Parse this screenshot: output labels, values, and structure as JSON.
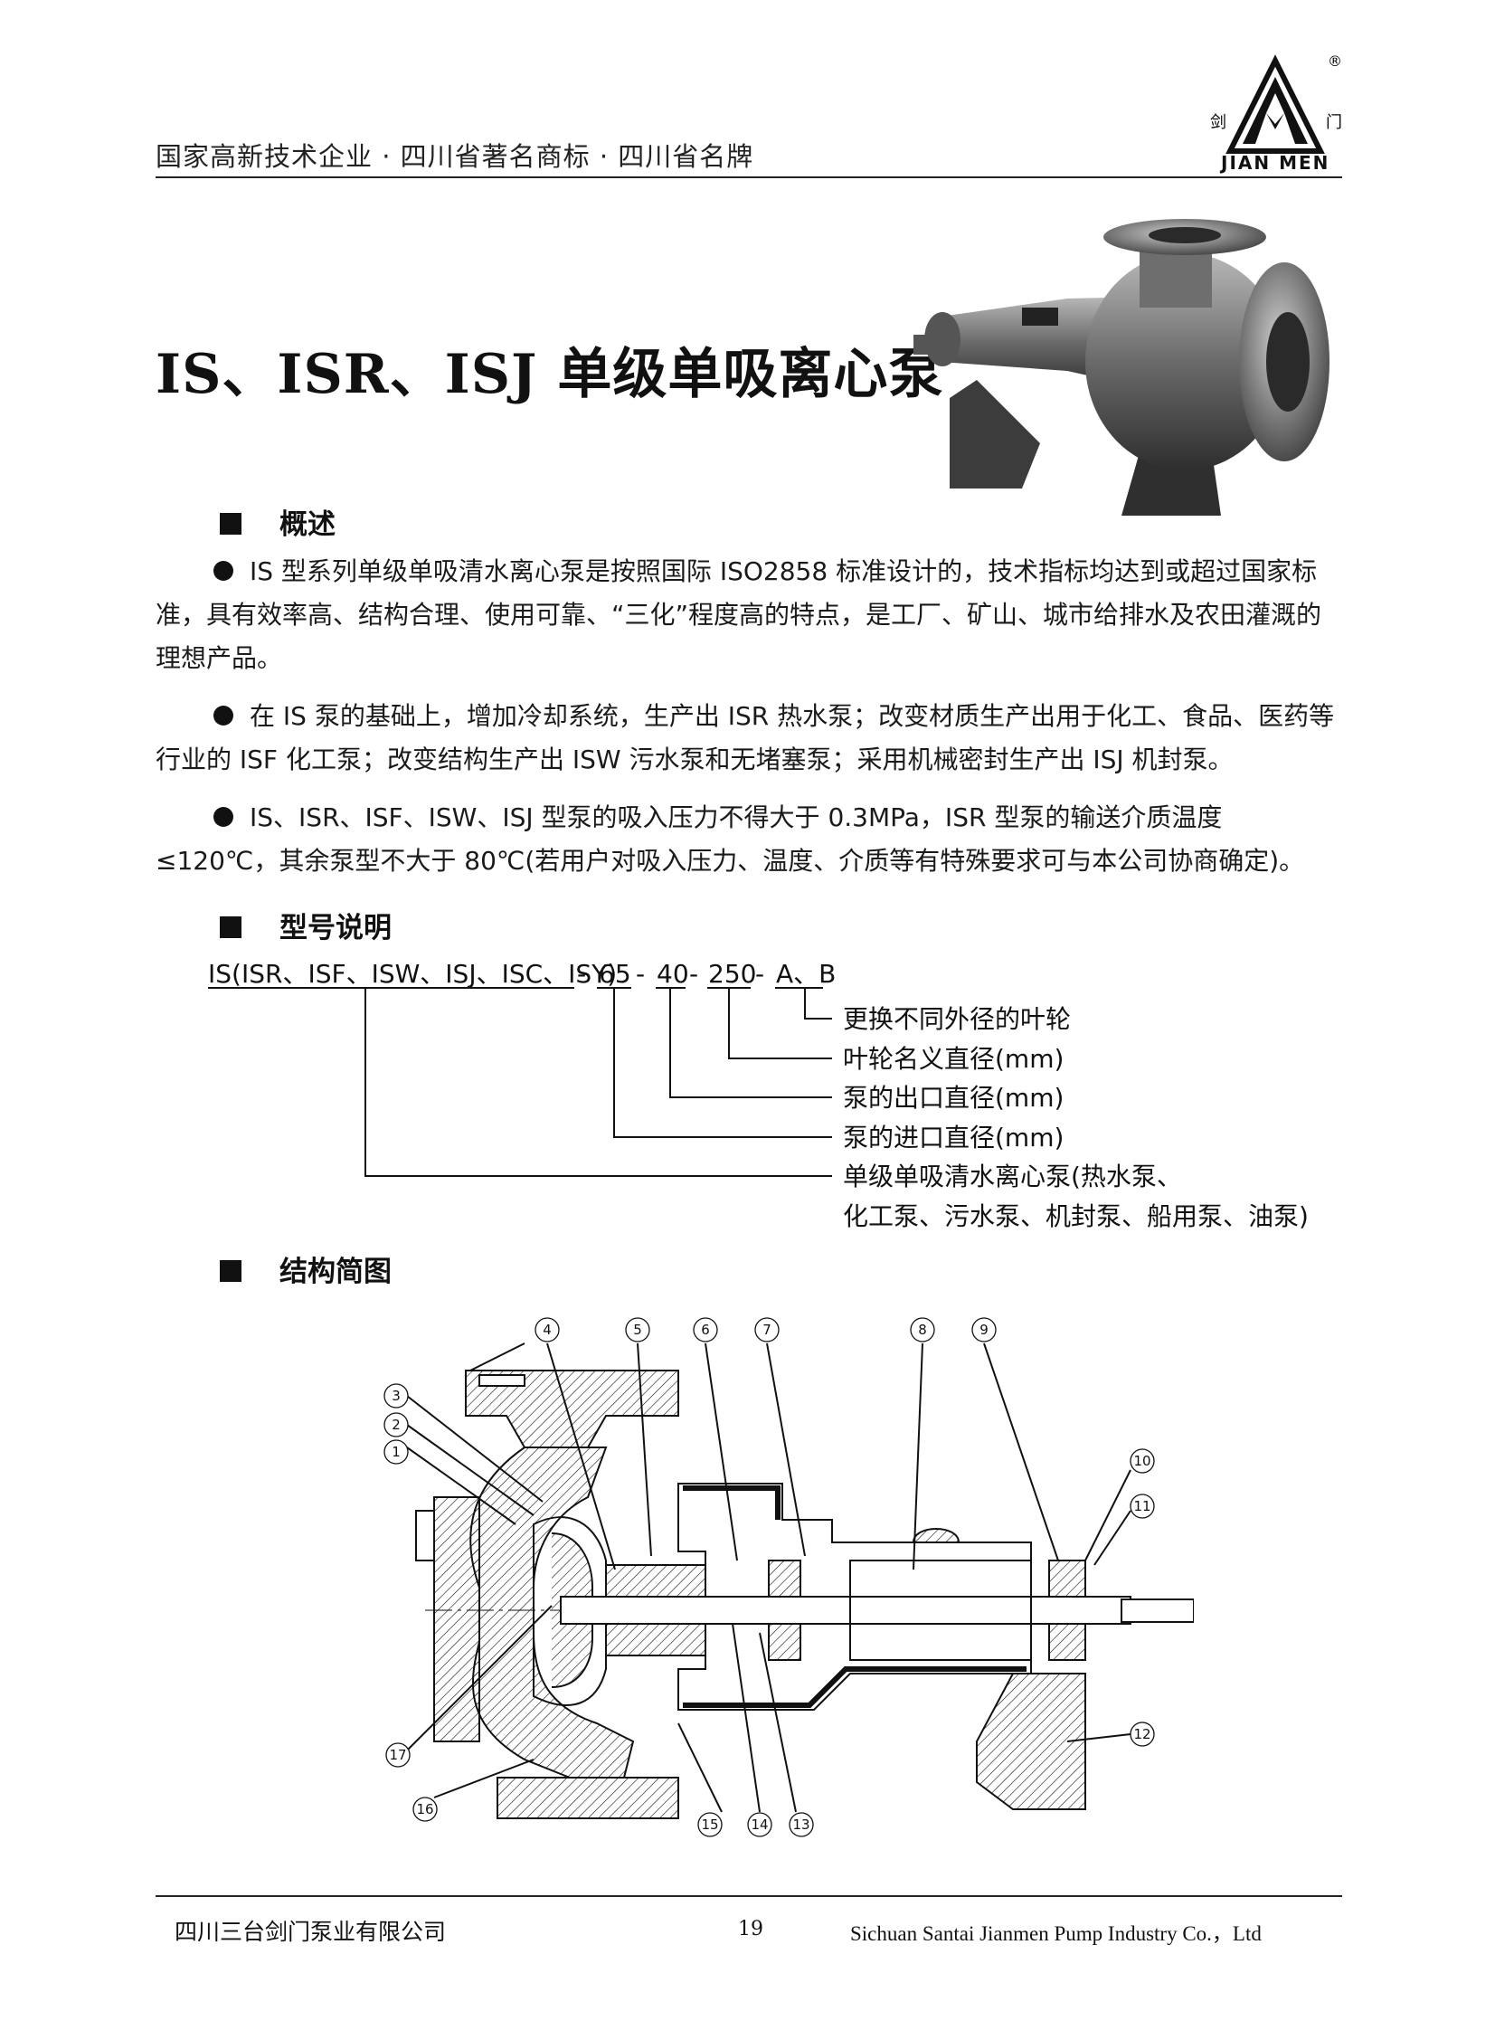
{
  "header": {
    "slogan": "国家高新技术企业 · 四川省著名商标 · 四川省名牌",
    "logo_cn_left": "剑",
    "logo_cn_right": "门",
    "logo_en": "JIAN MEN",
    "logo_reg": "®"
  },
  "title": "IS、ISR、ISJ 单级单吸离心泵",
  "sections": {
    "overview": {
      "heading": "概述",
      "paragraphs": [
        "IS 型系列单级单吸清水离心泵是按照国际 ISO2858 标准设计的，技术指标均达到或超过国家标准，具有效率高、结构合理、使用可靠、“三化”程度高的特点，是工厂、矿山、城市给排水及农田灌溉的理想产品。",
        "在 IS 泵的基础上，增加冷却系统，生产出 ISR 热水泵；改变材质生产出用于化工、食品、医药等行业的 ISF 化工泵；改变结构生产出 ISW 污水泵和无堵塞泵；采用机械密封生产出 ISJ 机封泵。",
        "IS、ISR、ISF、ISW、ISJ 型泵的吸入压力不得大于 0.3MPa，ISR 型泵的输送介质温度≤120℃，其余泵型不大于 80℃(若用户对吸入压力、温度、介质等有特殊要求可与本公司协商确定)。"
      ]
    },
    "model": {
      "heading": "型号说明",
      "code_series": "IS(ISR、ISF、ISW、ISJ、ISC、ISY)",
      "code_inlet": "65",
      "code_outlet": "40",
      "code_impeller": "250",
      "code_variant": "A、B",
      "dash": "-",
      "labels": [
        "更换不同外径的叶轮",
        "叶轮名义直径(mm)",
        "泵的出口直径(mm)",
        "泵的进口直径(mm)",
        "单级单吸清水离心泵(热水泵、",
        "化工泵、污水泵、机封泵、船用泵、油泵)"
      ]
    },
    "structure": {
      "heading": "结构简图",
      "callouts": [
        "1",
        "2",
        "3",
        "4",
        "5",
        "6",
        "7",
        "8",
        "9",
        "10",
        "11",
        "12",
        "13",
        "14",
        "15",
        "16",
        "17"
      ]
    }
  },
  "footer": {
    "company_cn": "四川三台剑门泵业有限公司",
    "page": "19",
    "company_en": "Sichuan Santai Jianmen Pump Industry Co.，Ltd"
  }
}
